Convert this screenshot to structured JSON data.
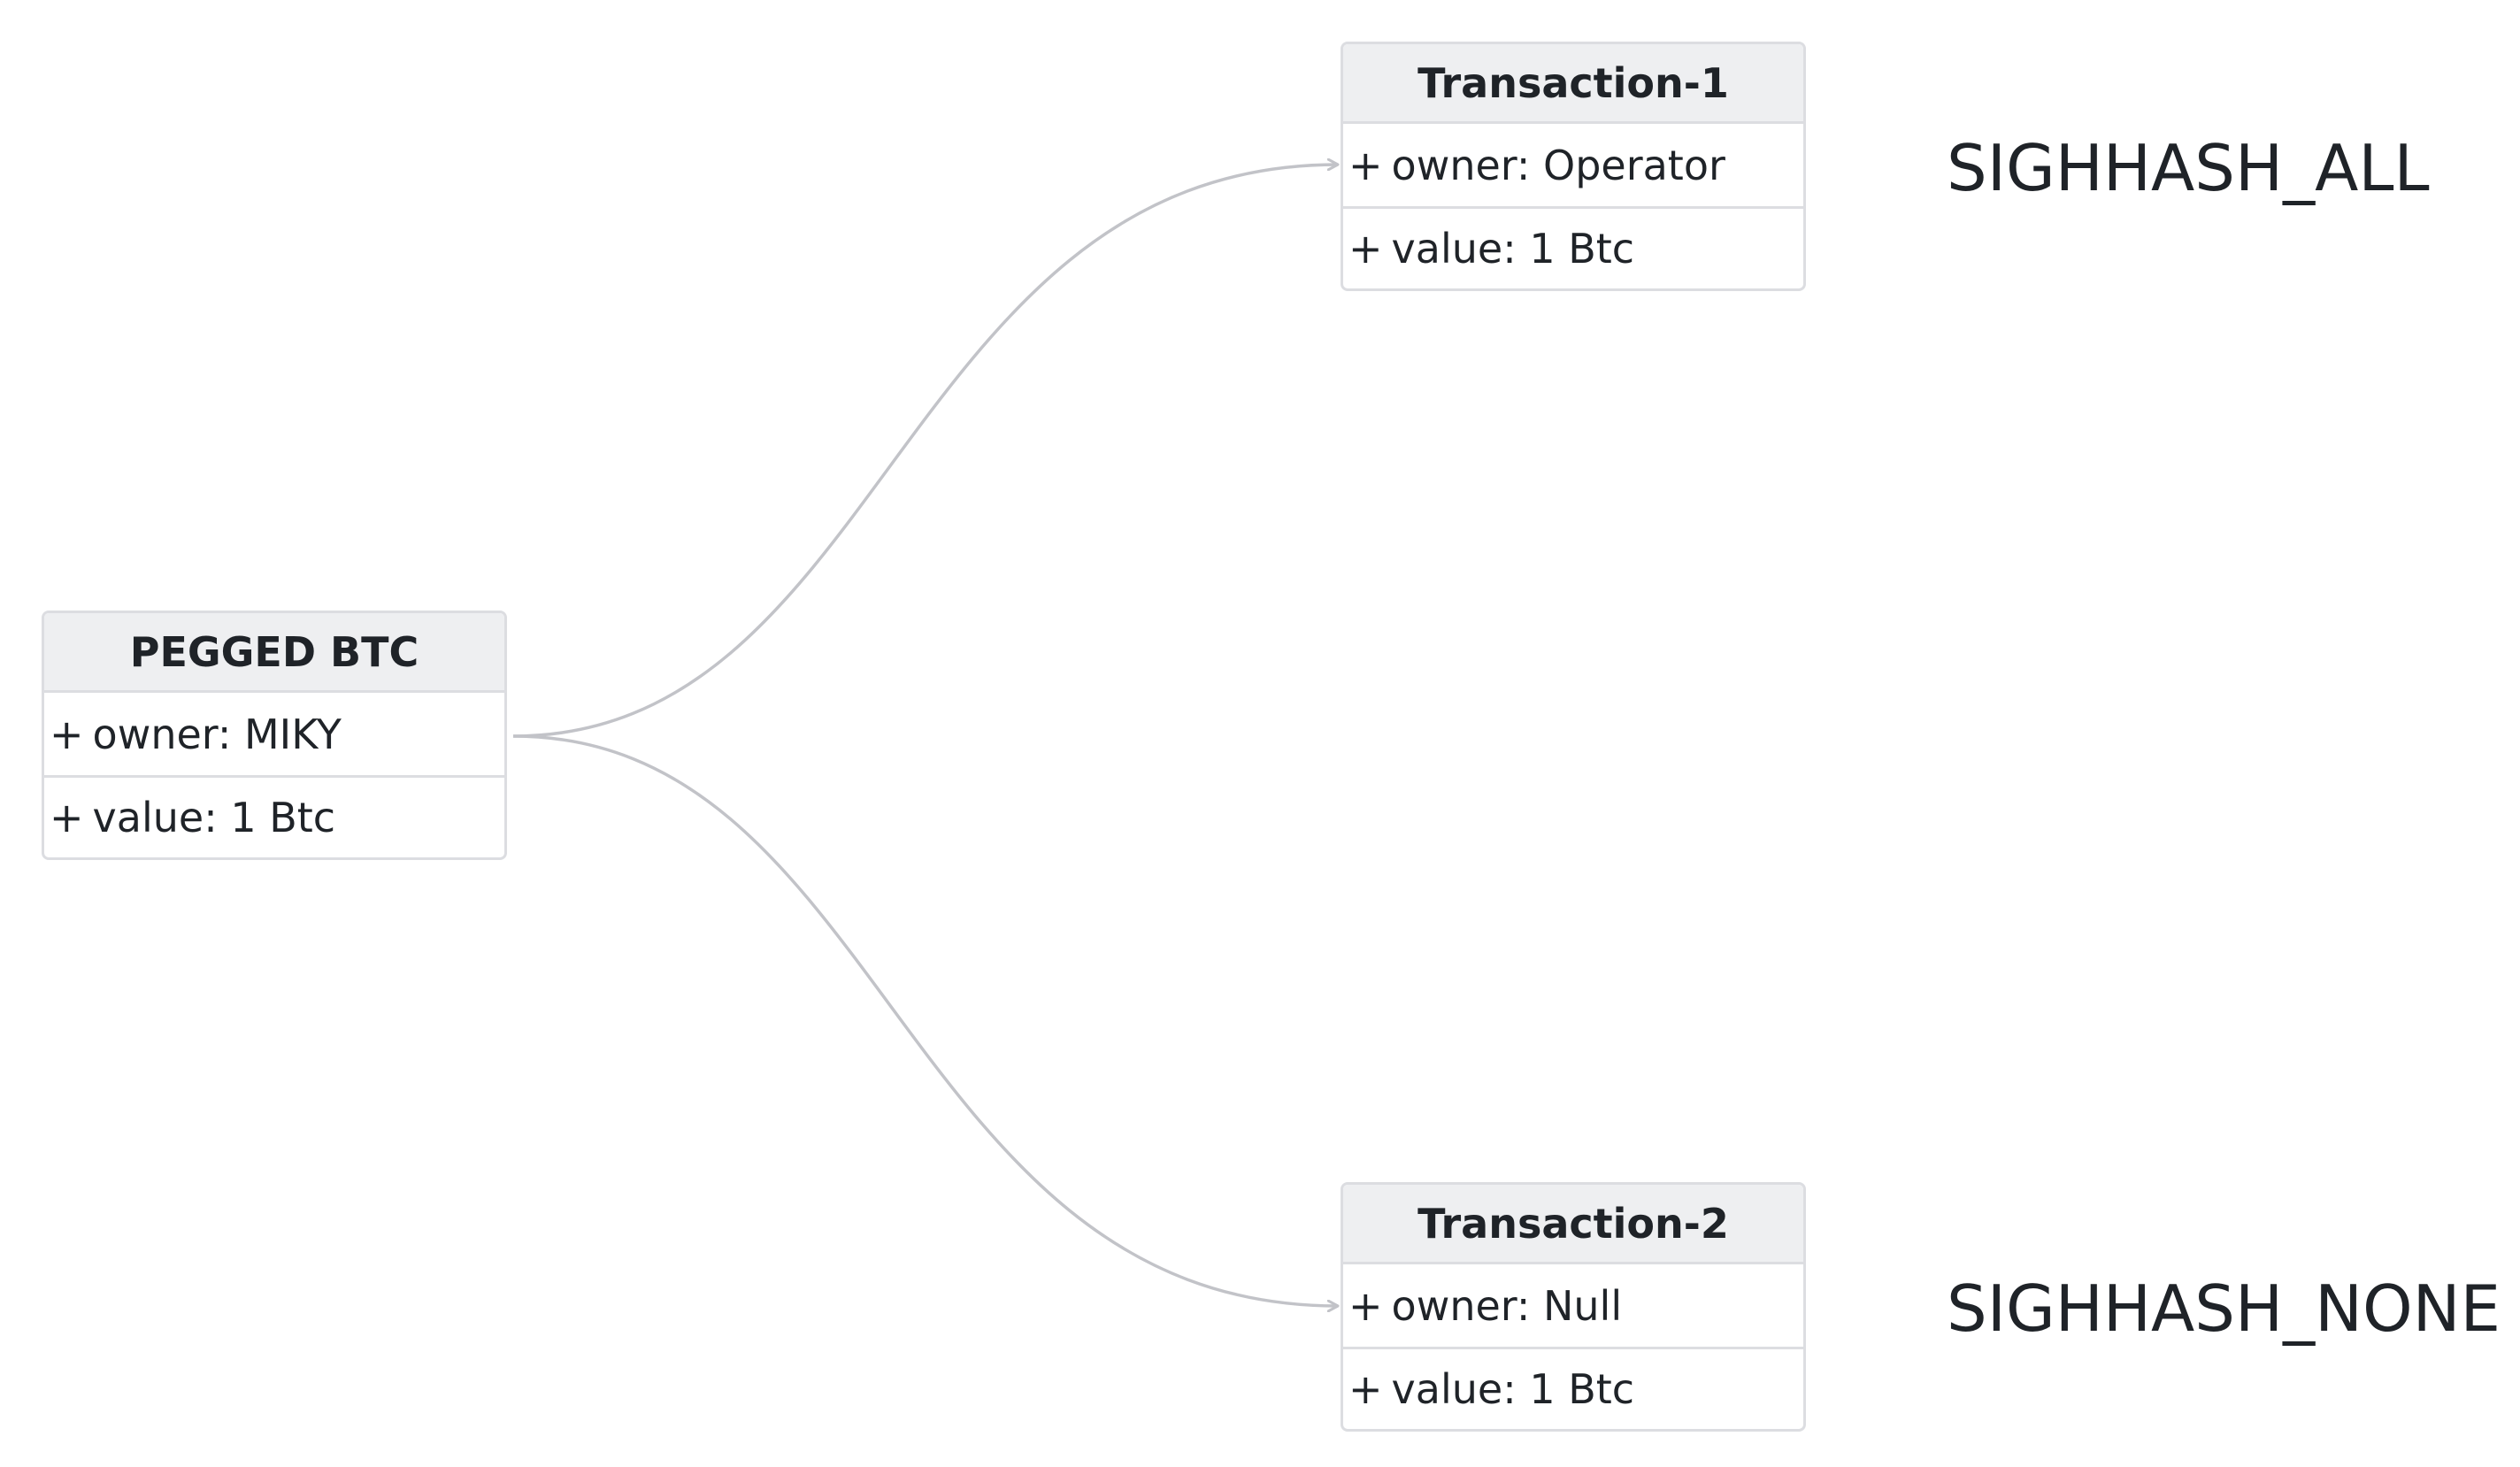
{
  "nodes": {
    "pegged": {
      "title": "PEGGED BTC",
      "rows": [
        {
          "prefix": "+",
          "text": "owner: MIKY"
        },
        {
          "prefix": "+",
          "text": "value: 1 Btc"
        }
      ]
    },
    "tx1": {
      "title": "Transaction-1",
      "rows": [
        {
          "prefix": "+",
          "text": "owner: Operator"
        },
        {
          "prefix": "+",
          "text": "value: 1 Btc"
        }
      ]
    },
    "tx2": {
      "title": "Transaction-2",
      "rows": [
        {
          "prefix": "+",
          "text": "owner: Null"
        },
        {
          "prefix": "+",
          "text": "value: 1 Btc"
        }
      ]
    }
  },
  "labels": {
    "tx1": "SIGHHASH_ALL",
    "tx2": "SIGHHASH_NONE"
  },
  "edges": [
    {
      "from": "pegged",
      "to": "tx1"
    },
    {
      "from": "pegged",
      "to": "tx2"
    }
  ],
  "colors": {
    "edge": "#c2c3c8",
    "border": "#dcdde1",
    "header_bg": "#eeeff1",
    "text": "#1f2328"
  }
}
